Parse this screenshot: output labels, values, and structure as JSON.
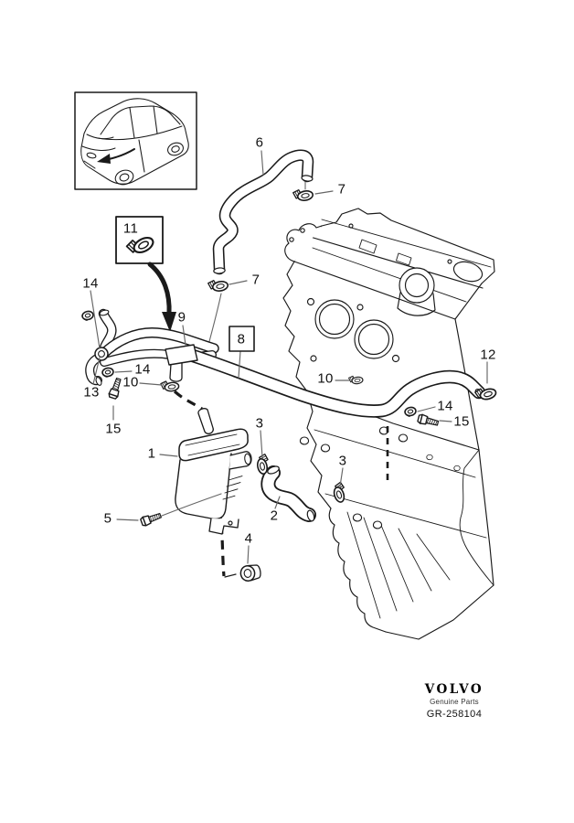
{
  "colors": {
    "ink": "#1a1a1a",
    "background": "#ffffff",
    "leader": "#666666"
  },
  "brand": {
    "logo": "VOLVO",
    "tagline": "Genuine Parts",
    "drawing_number": "GR-258104"
  },
  "callouts": {
    "n1": {
      "label": "1"
    },
    "n2": {
      "label": "2"
    },
    "n3a": {
      "label": "3"
    },
    "n3b": {
      "label": "3"
    },
    "n4": {
      "label": "4"
    },
    "n5": {
      "label": "5"
    },
    "n6": {
      "label": "6"
    },
    "n7a": {
      "label": "7"
    },
    "n7b": {
      "label": "7"
    },
    "n8": {
      "label": "8"
    },
    "n9": {
      "label": "9"
    },
    "n10a": {
      "label": "10"
    },
    "n10b": {
      "label": "10"
    },
    "n11": {
      "label": "11"
    },
    "n12": {
      "label": "12"
    },
    "n13": {
      "label": "13"
    },
    "n14a": {
      "label": "14"
    },
    "n14b": {
      "label": "14"
    },
    "n14c": {
      "label": "14"
    },
    "n15a": {
      "label": "15"
    },
    "n15b": {
      "label": "15"
    }
  }
}
